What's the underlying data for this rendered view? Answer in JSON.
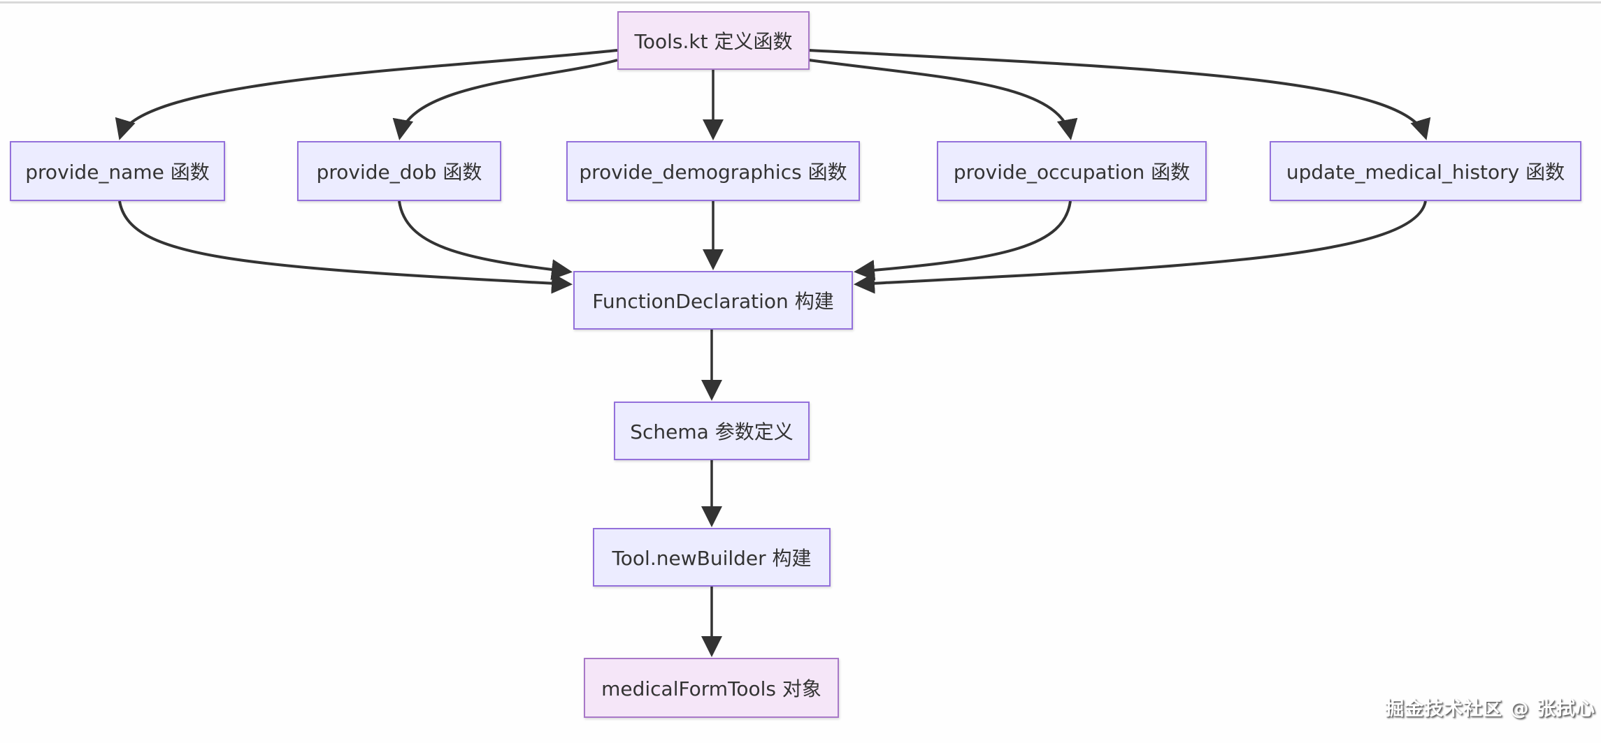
{
  "diagram": {
    "type": "flowchart",
    "direction": "top-down",
    "nodes": [
      {
        "id": "tools-kt",
        "label": "Tools.kt 定义函数",
        "style": "highlight"
      },
      {
        "id": "provide-name",
        "label": "provide_name 函数",
        "style": "default"
      },
      {
        "id": "provide-dob",
        "label": "provide_dob 函数",
        "style": "default"
      },
      {
        "id": "provide-demographics",
        "label": "provide_demographics 函数",
        "style": "default"
      },
      {
        "id": "provide-occupation",
        "label": "provide_occupation 函数",
        "style": "default"
      },
      {
        "id": "update-medical-history",
        "label": "update_medical_history 函数",
        "style": "default"
      },
      {
        "id": "function-declaration",
        "label": "FunctionDeclaration 构建",
        "style": "default"
      },
      {
        "id": "schema",
        "label": "Schema 参数定义",
        "style": "default"
      },
      {
        "id": "tool-new-builder",
        "label": "Tool.newBuilder 构建",
        "style": "default"
      },
      {
        "id": "medical-form-tools",
        "label": "medicalFormTools 对象",
        "style": "highlight"
      }
    ],
    "edges": [
      {
        "from": "tools-kt",
        "to": "provide-name"
      },
      {
        "from": "tools-kt",
        "to": "provide-dob"
      },
      {
        "from": "tools-kt",
        "to": "provide-demographics"
      },
      {
        "from": "tools-kt",
        "to": "provide-occupation"
      },
      {
        "from": "tools-kt",
        "to": "update-medical-history"
      },
      {
        "from": "provide-name",
        "to": "function-declaration"
      },
      {
        "from": "provide-dob",
        "to": "function-declaration"
      },
      {
        "from": "provide-demographics",
        "to": "function-declaration"
      },
      {
        "from": "provide-occupation",
        "to": "function-declaration"
      },
      {
        "from": "update-medical-history",
        "to": "function-declaration"
      },
      {
        "from": "function-declaration",
        "to": "schema"
      },
      {
        "from": "schema",
        "to": "tool-new-builder"
      },
      {
        "from": "tool-new-builder",
        "to": "medical-form-tools"
      }
    ],
    "colors": {
      "node_fill": "#ececff",
      "node_border": "#9370db",
      "highlight_fill": "#f5e6f8",
      "highlight_border": "#a878c8",
      "edge": "#333333",
      "text": "#333333",
      "top_rule": "#d9d9d9",
      "background": "#fefefe"
    }
  },
  "watermark": {
    "text": "掘金技术社区 @ 张拭心"
  }
}
